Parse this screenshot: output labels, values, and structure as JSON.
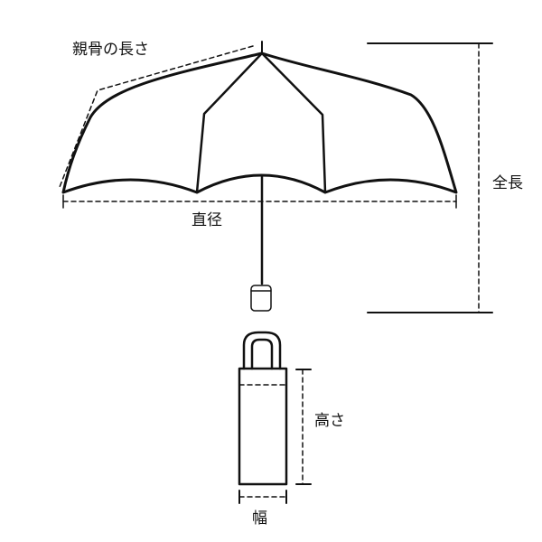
{
  "labels": {
    "rib_length": "親骨の長さ",
    "total_length": "全長",
    "diameter": "直径",
    "height": "高さ",
    "width": "幅"
  },
  "colors": {
    "stroke": "#111111",
    "background": "#ffffff"
  }
}
